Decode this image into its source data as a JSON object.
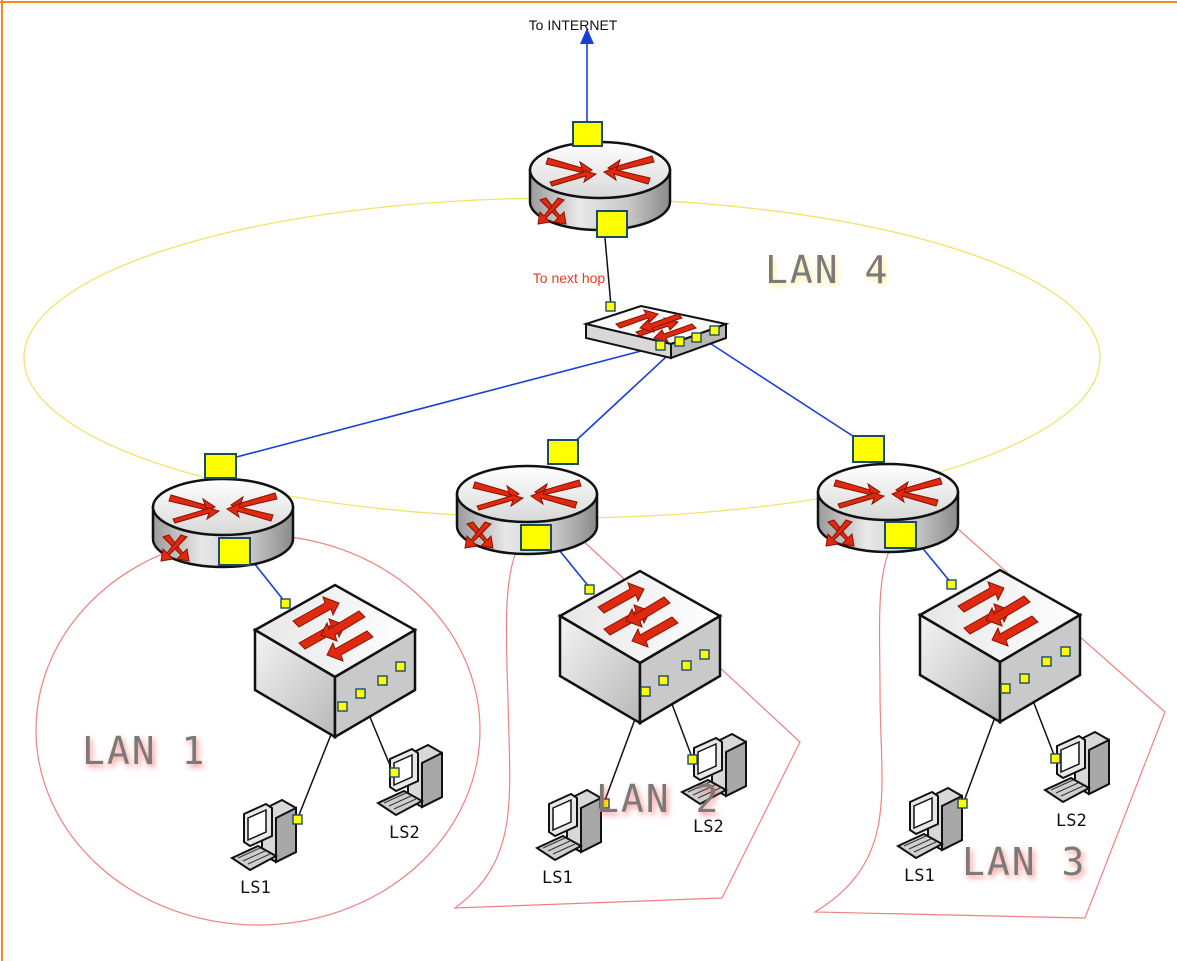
{
  "labels": {
    "internet": "To INTERNET",
    "next_hop": "To next hop",
    "lan1": "LAN 1",
    "lan2": "LAN 2",
    "lan3": "LAN 3",
    "lan4": "LAN 4"
  },
  "hosts": {
    "lan1": [
      "LS1",
      "LS2"
    ],
    "lan2": [
      "LS1",
      "LS2"
    ],
    "lan3": [
      "LS1",
      "LS2"
    ]
  },
  "colors": {
    "frame": "#f08a2a",
    "lan4_boundary": "#f2e36a",
    "lan_boundary": "#f08080",
    "link": "#1a3fd6",
    "port": "#ffff00",
    "arrow": "#e02a10",
    "next_hop_text": "#e0401a"
  },
  "icons": {
    "router": "router-icon",
    "switch": "switch-icon",
    "hub": "hub-icon",
    "workstation": "workstation-icon"
  }
}
